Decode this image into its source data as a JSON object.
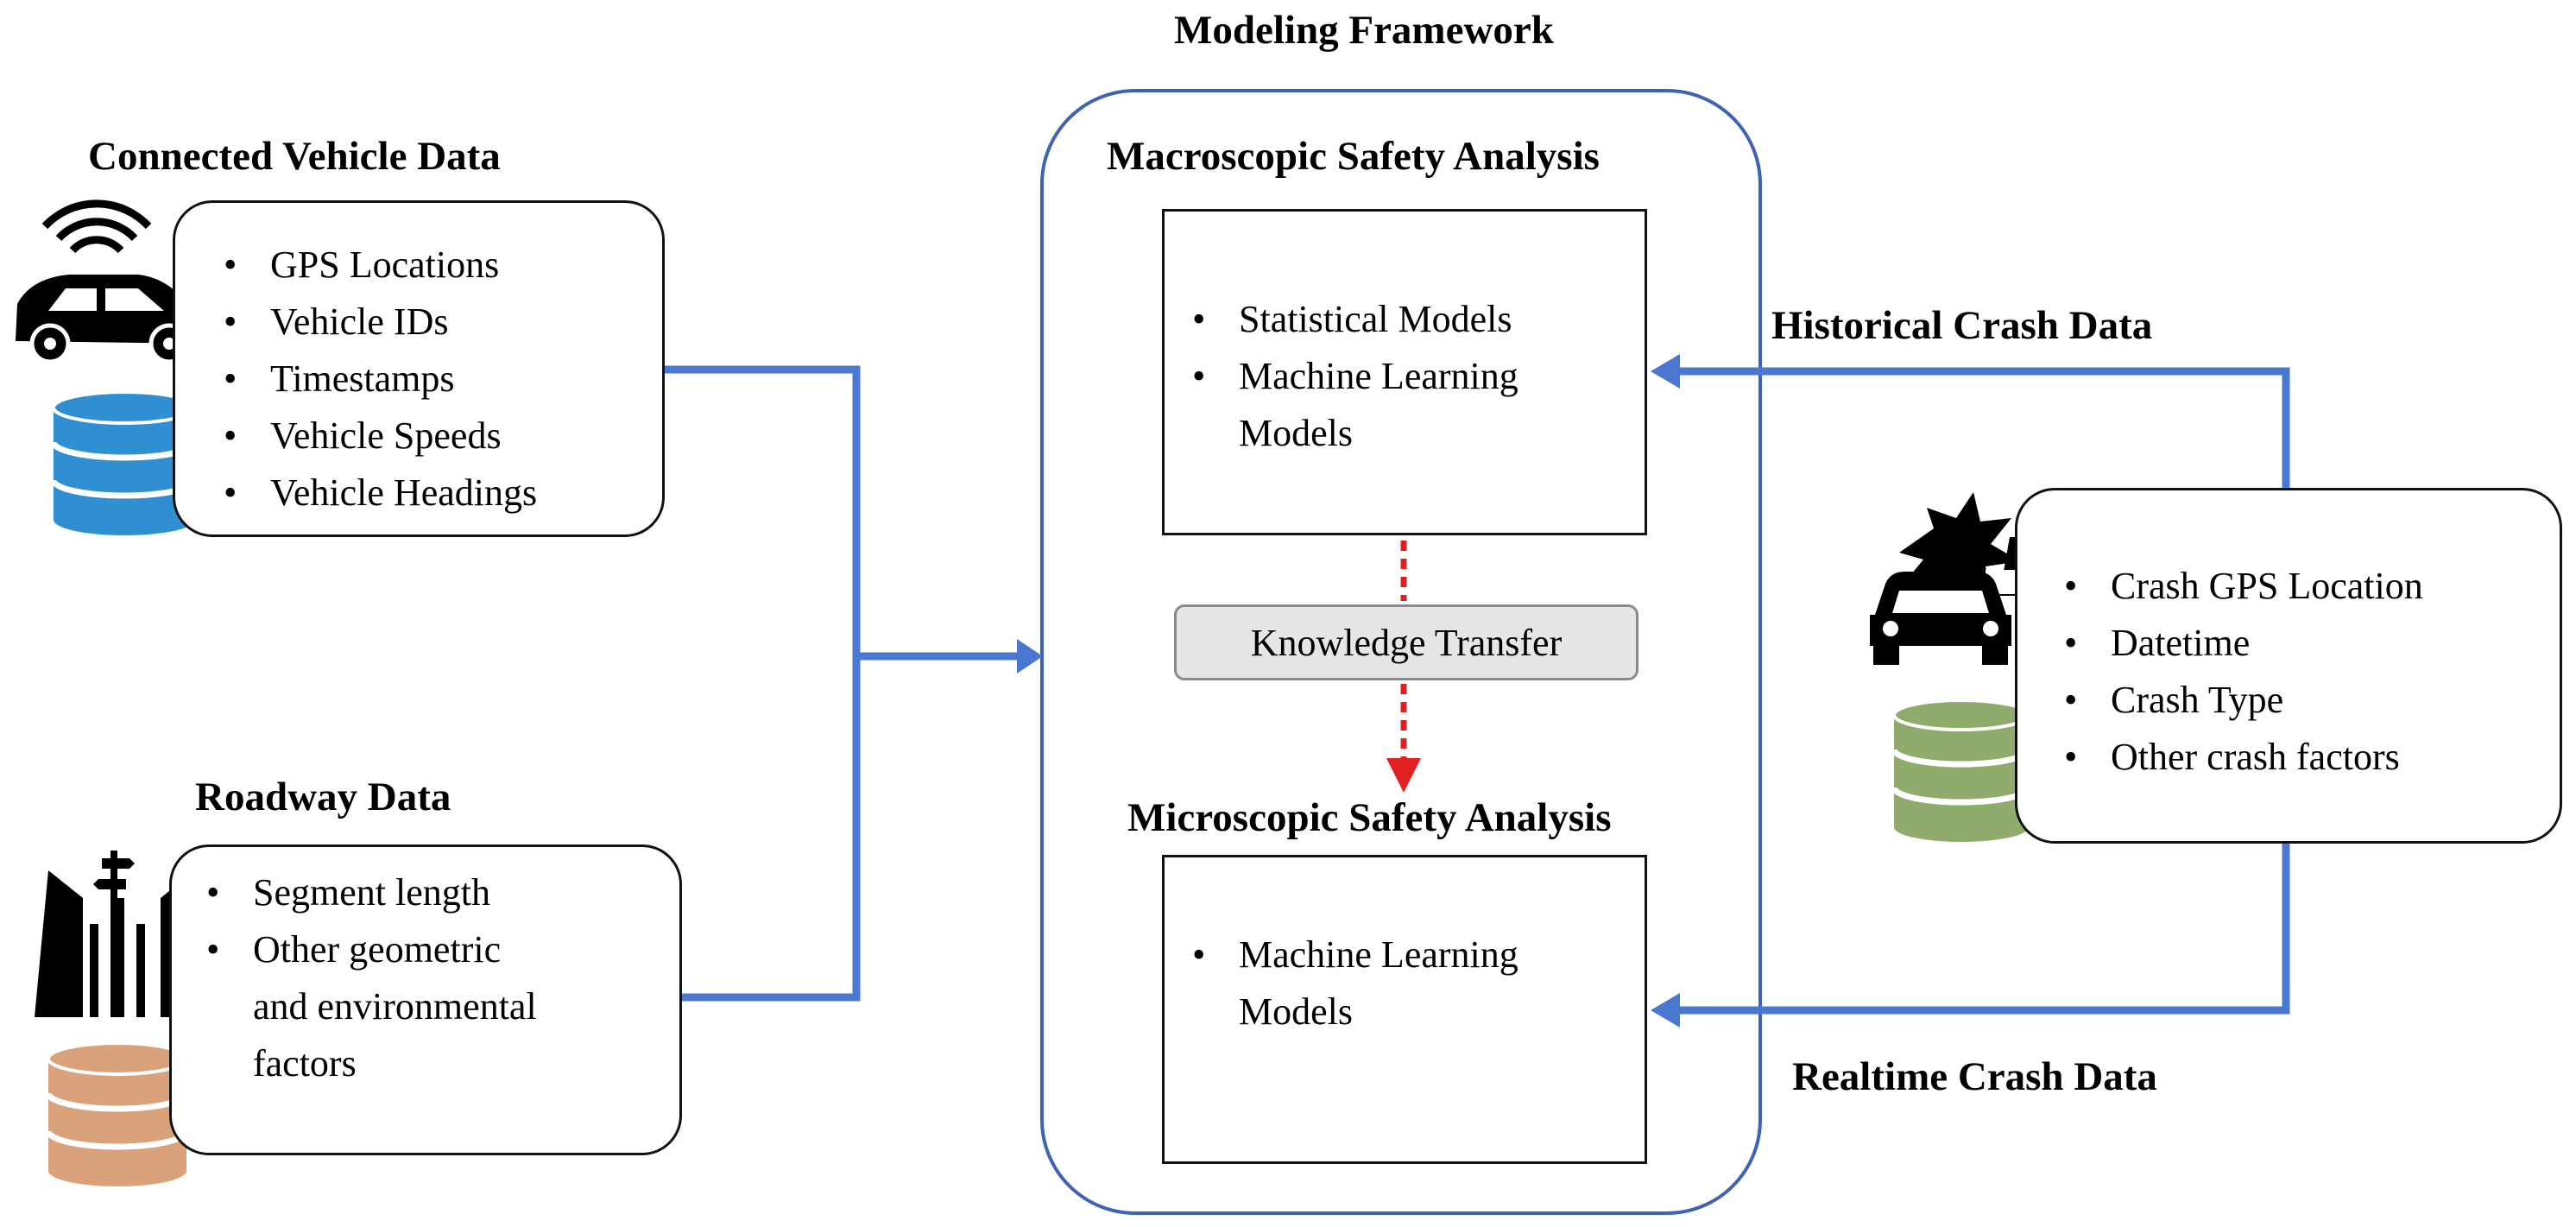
{
  "framework": {
    "title": "Modeling Framework",
    "macro": {
      "title": "Macroscopic Safety Analysis",
      "items": [
        "Statistical Models",
        "Machine Learning",
        "Models"
      ]
    },
    "knowledge_transfer": "Knowledge Transfer",
    "micro": {
      "title": "Microscopic Safety Analysis",
      "items": [
        "Machine Learning",
        "Models"
      ]
    }
  },
  "connected_vehicle": {
    "title": "Connected Vehicle Data",
    "items": [
      "GPS Locations",
      "Vehicle IDs",
      "Timestamps",
      "Vehicle Speeds",
      "Vehicle Headings"
    ]
  },
  "roadway": {
    "title": "Roadway Data",
    "items": [
      "Segment length",
      "Other geometric",
      "and environmental",
      "factors"
    ]
  },
  "crash": {
    "historical_label": "Historical Crash Data",
    "realtime_label": "Realtime Crash Data",
    "items": [
      "Crash GPS Location",
      "Datetime",
      "Crash Type",
      "Other crash factors"
    ]
  },
  "colors": {
    "flow_arrow": "#4a78d0",
    "frame_border": "#3f63b3",
    "transfer_arrow": "#e02020",
    "db_blue": "#2f8fd2",
    "db_orange": "#d9a27b",
    "db_green": "#8fac6d"
  },
  "icons": [
    "connected-car-icon",
    "database-icon",
    "road-sign-icon",
    "car-crash-icon"
  ]
}
